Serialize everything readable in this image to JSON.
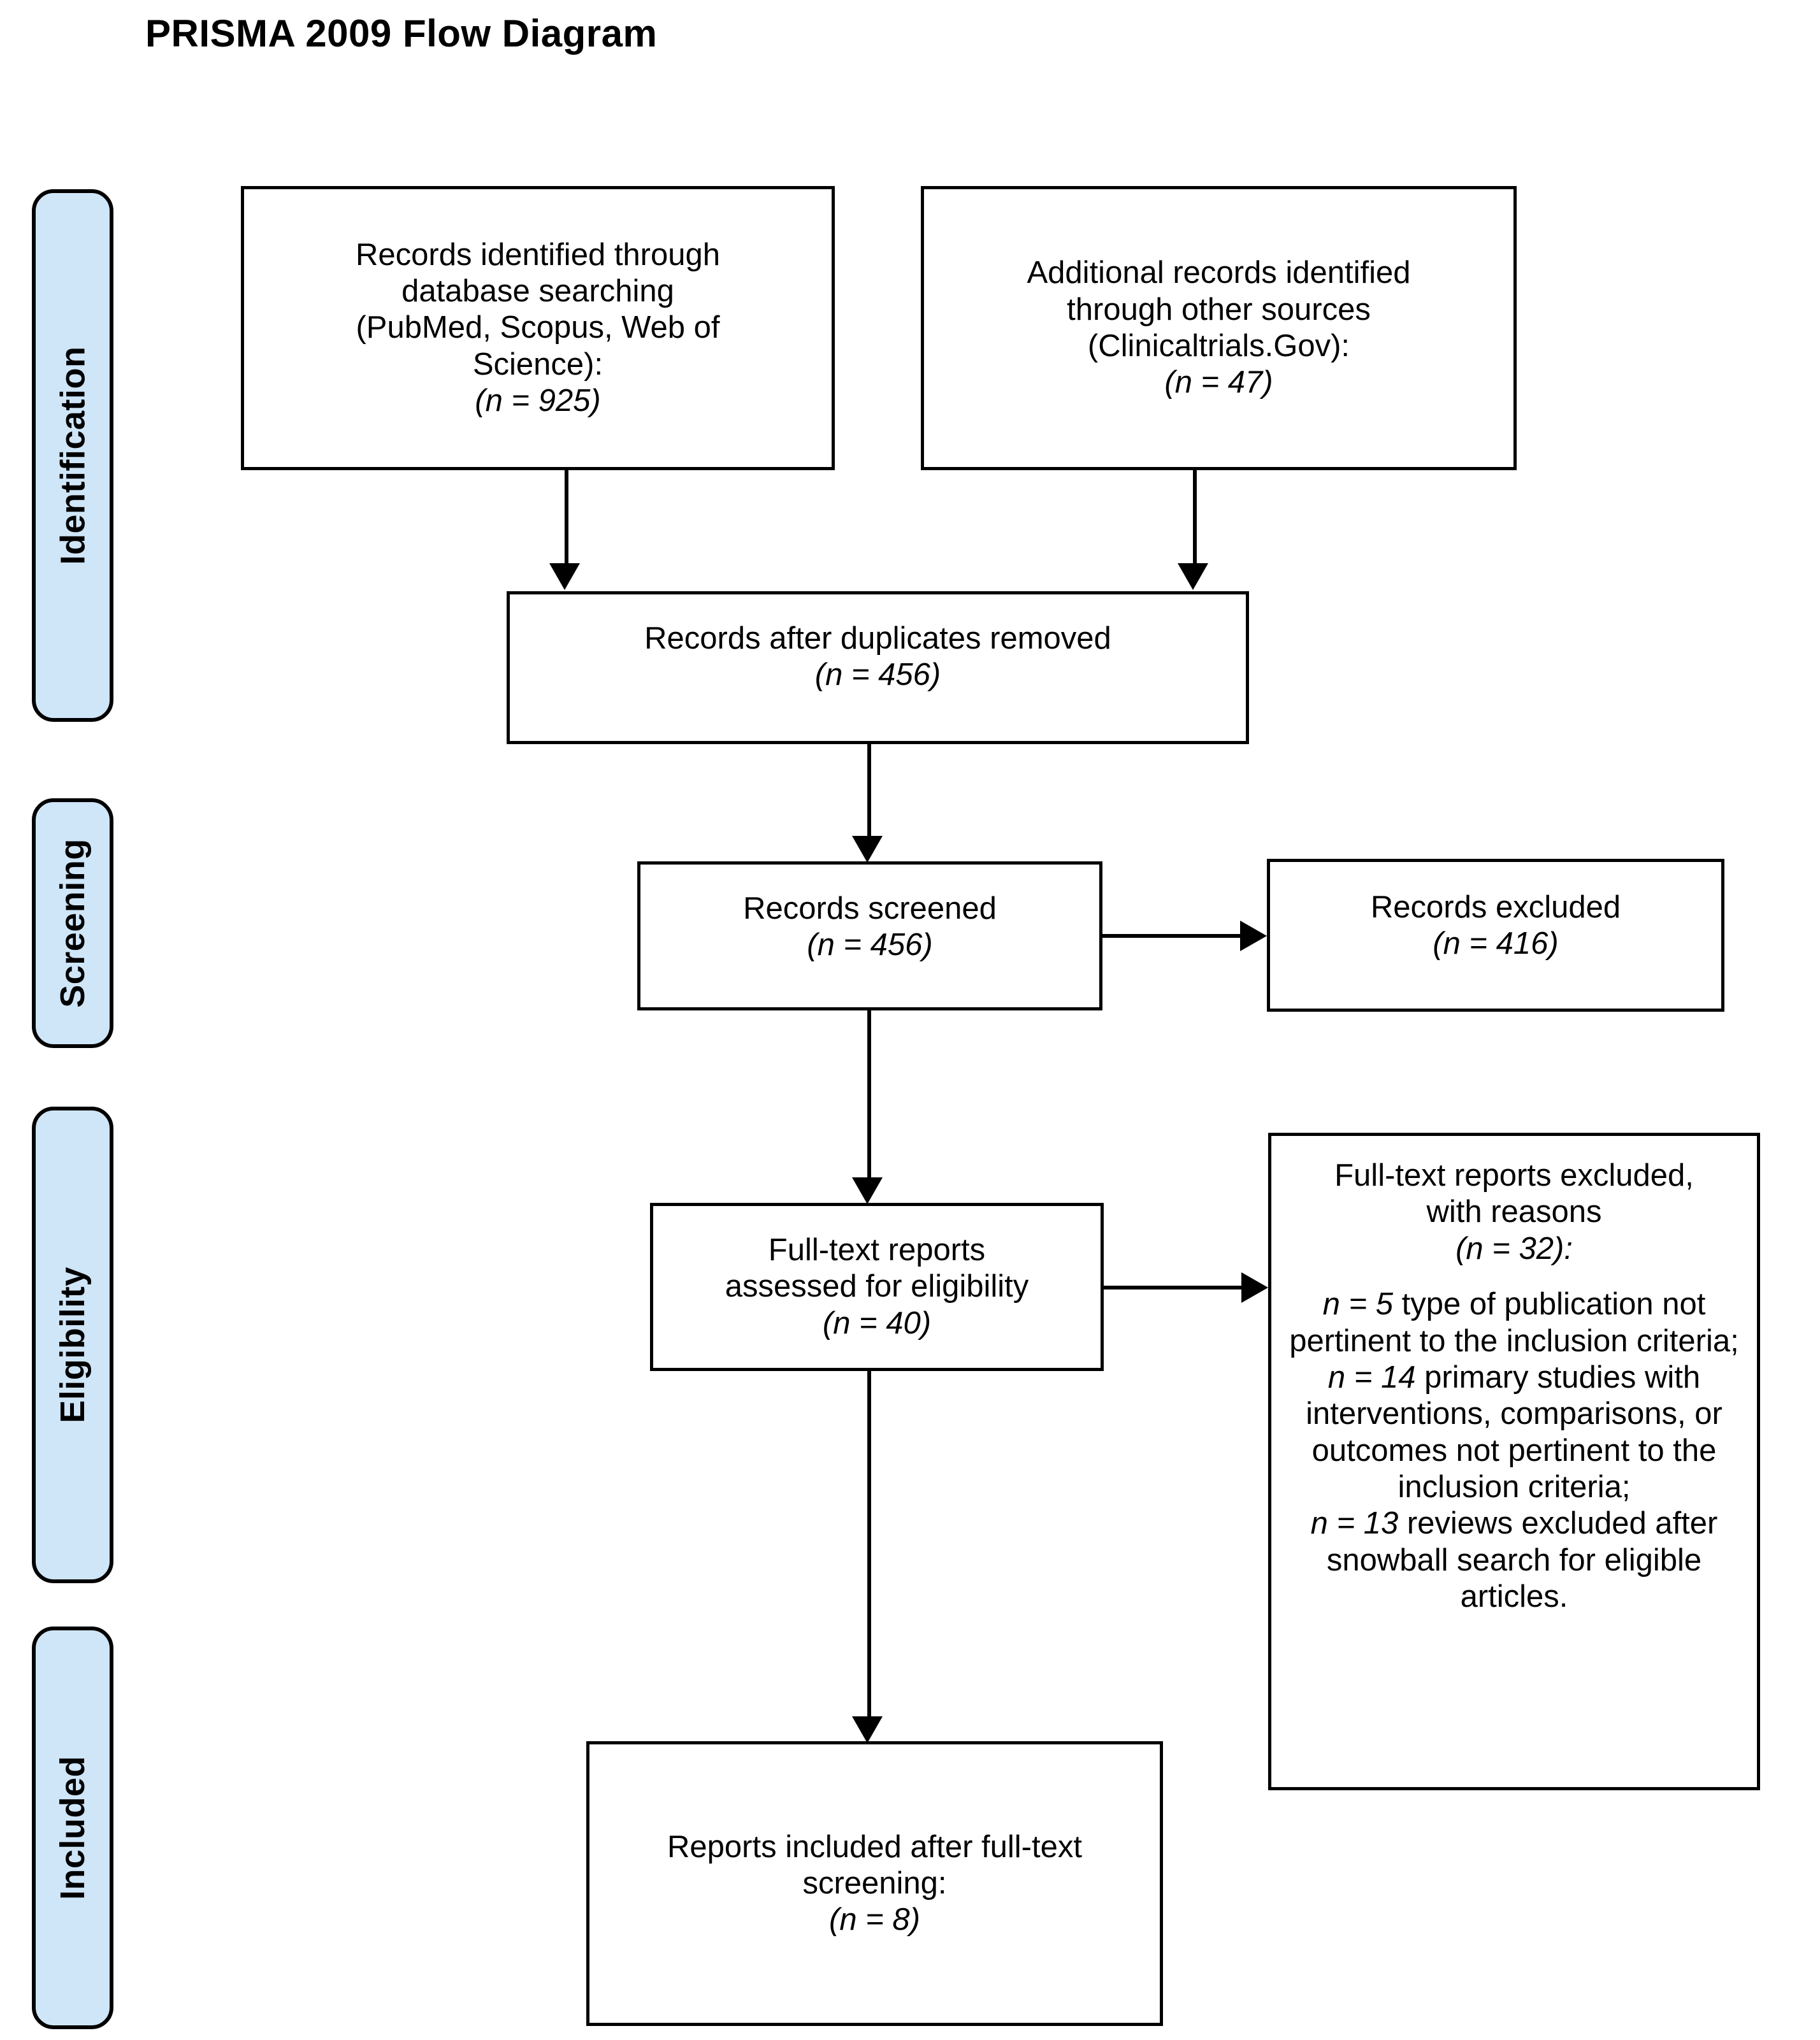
{
  "title": "PRISMA 2009 Flow Diagram",
  "stages": [
    {
      "id": "identification",
      "label": "Identification"
    },
    {
      "id": "screening",
      "label": "Screening"
    },
    {
      "id": "eligibility",
      "label": "Eligibility"
    },
    {
      "id": "included",
      "label": "Included"
    }
  ],
  "boxes": {
    "database_search": {
      "lines": [
        "Records identified through",
        "database searching",
        "(PubMed, Scopus, Web of",
        "Science):"
      ],
      "count_label": "(n = 925)",
      "n": 925
    },
    "other_sources": {
      "lines": [
        "Additional records identified",
        "through other sources",
        "(Clinicaltrials.Gov):"
      ],
      "count_label": "(n = 47)",
      "n": 47
    },
    "duplicates_removed": {
      "lines": [
        "Records after duplicates removed"
      ],
      "count_label": "(n = 456)",
      "n": 456
    },
    "records_screened": {
      "lines": [
        "Records screened"
      ],
      "count_label": "(n = 456)",
      "n": 456
    },
    "records_excluded": {
      "lines": [
        "Records excluded"
      ],
      "count_label": "(n = 416)",
      "n": 416
    },
    "fulltext_assessed": {
      "lines": [
        "Full-text reports",
        "assessed for eligibility"
      ],
      "count_label": "(n = 40)",
      "n": 40
    },
    "fulltext_excluded": {
      "lines": [
        "Full-text reports excluded,",
        "with reasons"
      ],
      "count_label": "(n = 32):",
      "n": 32,
      "reasons": [
        {
          "n": 5,
          "prefix": "n = 5",
          "text": " type of publication not pertinent to the inclusion criteria;"
        },
        {
          "n": 14,
          "prefix": "n = 14",
          "text": " primary studies with interventions, comparisons, or outcomes not pertinent to the inclusion criteria;"
        },
        {
          "n": 13,
          "prefix": "n = 13",
          "text": " reviews excluded after snowball search for eligible articles."
        }
      ]
    },
    "reports_included": {
      "lines": [
        "Reports included after full-text",
        "screening:"
      ],
      "count_label": "(n = 8)",
      "n": 8
    }
  },
  "colors": {
    "stage_tab_fill": "#cfe5f8",
    "stroke": "#000000",
    "box_fill": "#ffffff",
    "page_background": "#ffffff"
  }
}
